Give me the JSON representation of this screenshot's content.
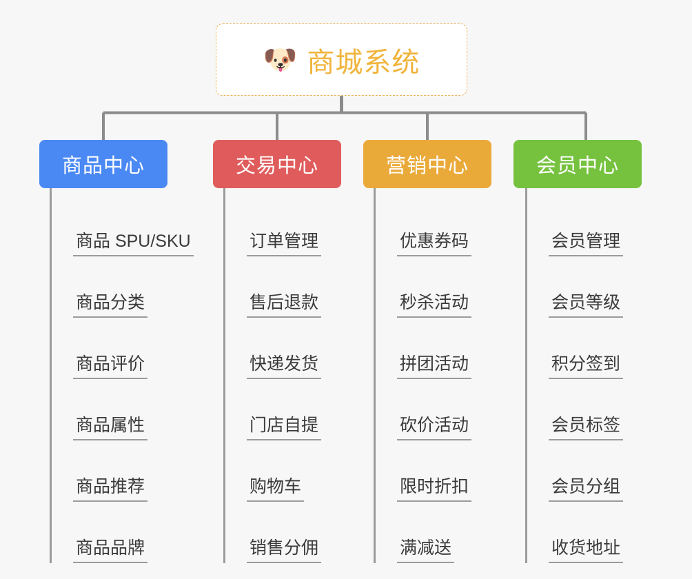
{
  "diagram": {
    "type": "mindmap-tree",
    "background_color": "#f7f7f7",
    "root": {
      "emoji": "shiba-dog-face-emoji",
      "emoji_glyph": "🐶",
      "title": "商城系统",
      "text_color": "#f0b43c",
      "border_color": "#e8b45a",
      "background_color": "#ffffff"
    },
    "connector_color": "#8c8c8c",
    "branches": [
      {
        "label": "商品中心",
        "color": "#4a89f3",
        "items": [
          "商品 SPU/SKU",
          "商品分类",
          "商品评价",
          "商品属性",
          "商品推荐",
          "商品品牌"
        ]
      },
      {
        "label": "交易中心",
        "color": "#e05c5c",
        "items": [
          "订单管理",
          "售后退款",
          "快递发货",
          "门店自提",
          "购物车",
          "销售分佣"
        ]
      },
      {
        "label": "营销中心",
        "color": "#eaaa3a",
        "items": [
          "优惠券码",
          "秒杀活动",
          "拼团活动",
          "砍价活动",
          "限时折扣",
          "满减送"
        ]
      },
      {
        "label": "会员中心",
        "color": "#76c23f",
        "items": [
          "会员管理",
          "会员等级",
          "积分签到",
          "会员标签",
          "会员分组",
          "收货地址"
        ]
      }
    ]
  }
}
